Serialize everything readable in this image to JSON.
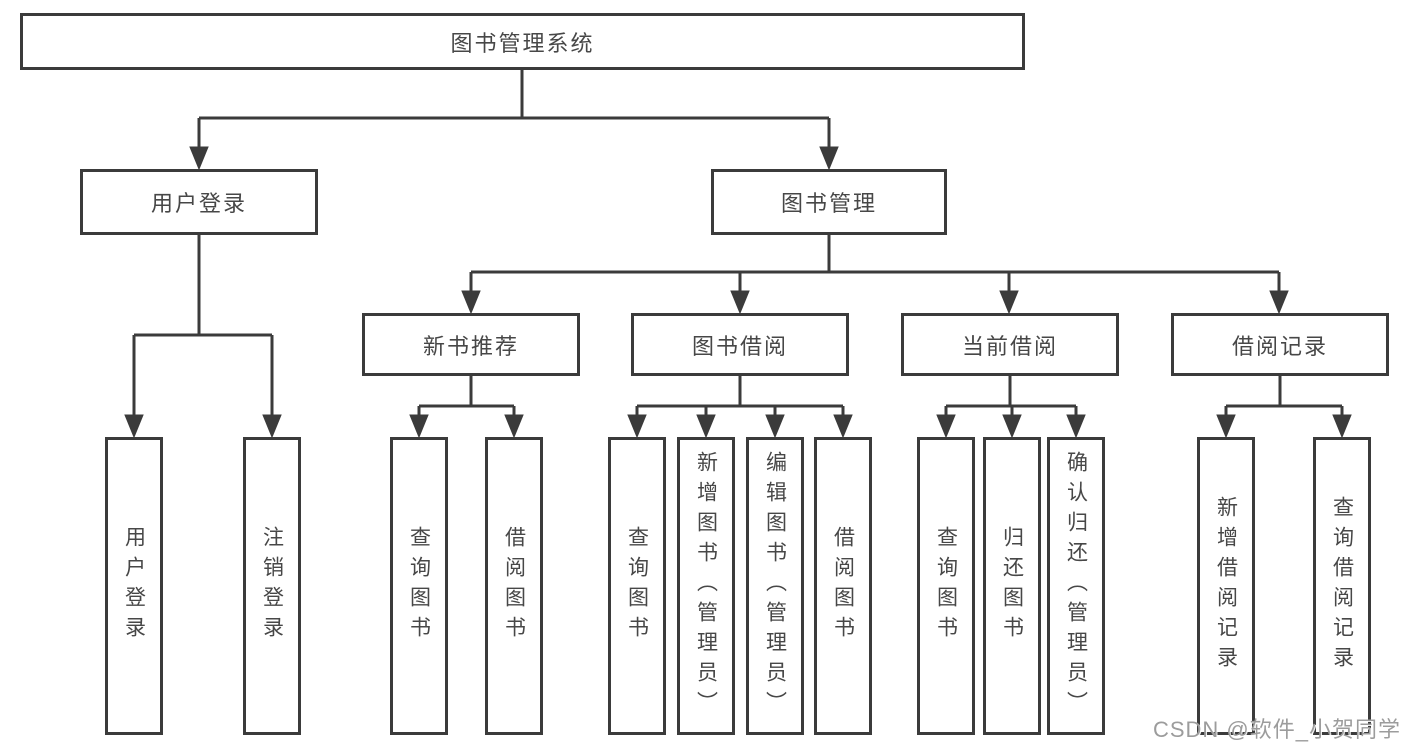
{
  "diagram": {
    "root": "图书管理系统",
    "branches": [
      {
        "label": "用户登录",
        "leaves": [
          "用户登录",
          "注销登录"
        ]
      },
      {
        "label": "图书管理",
        "groups": [
          {
            "label": "新书推荐",
            "leaves": [
              "查询图书",
              "借阅图书"
            ]
          },
          {
            "label": "图书借阅",
            "leaves": [
              "查询图书",
              "新增图书（管理员）",
              "编辑图书（管理员）",
              "借阅图书"
            ]
          },
          {
            "label": "当前借阅",
            "leaves": [
              "查询图书",
              "归还图书",
              "确认归还（管理员）"
            ]
          },
          {
            "label": "借阅记录",
            "leaves": [
              "新增借阅记录",
              "查询借阅记录"
            ]
          }
        ]
      }
    ]
  },
  "watermark": "CSDN @软件_小贺同学",
  "colors": {
    "line": "#3b3b3b",
    "text": "#474747",
    "watermark": "#9c9c9c",
    "background": "#ffffff"
  }
}
